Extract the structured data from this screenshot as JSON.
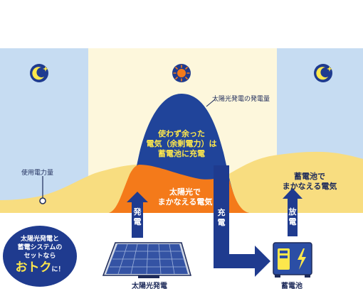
{
  "colors": {
    "night_sky": "#c6dcf2",
    "day_sky": "#fdf7dc",
    "usage_yellow": "#f8dd80",
    "solar_orange": "#f47a1a",
    "surplus_blue": "#20449a",
    "arrow_navy": "#1f3b8f",
    "accent_yellow": "#fde74c"
  },
  "icons": {
    "left": "moon-icon",
    "center": "sun-icon",
    "right": "moon-icon"
  },
  "labels": {
    "solar_generation_amount": "太陽光発電の発電量",
    "power_usage": "使用電力量",
    "surplus_line1": "使わず余った",
    "surplus_line2": "電気（余剰電力）は",
    "surplus_line3": "蓄電池に充電",
    "solar_cover_line1": "太陽光で",
    "solar_cover_line2": "まかなえる電気",
    "battery_cover_line1": "蓄電池で",
    "battery_cover_line2": "まかなえる電気"
  },
  "arrows": {
    "generate": "発電",
    "charge": "充電",
    "discharge": "放電"
  },
  "devices": {
    "solar_panel": "太陽光発電",
    "battery": "蓄電池"
  },
  "badge": {
    "line1": "太陽光発電と",
    "line2": "蓄電システムの",
    "line3": "セットなら",
    "highlight": "おトク",
    "suffix": "に！"
  }
}
